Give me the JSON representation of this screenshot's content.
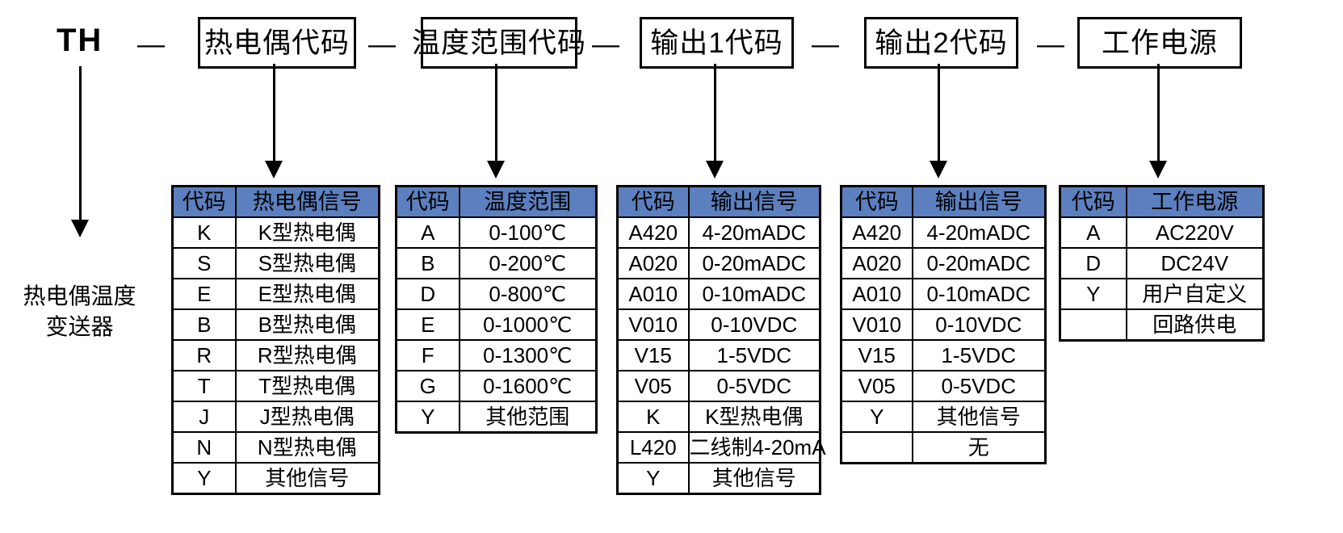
{
  "diagram": {
    "title_prefix": "TH",
    "separator": "—",
    "product_label": "热电偶温度\n变送器",
    "header_color": "#5b7fbf",
    "segments": [
      {
        "label": "热电偶代码"
      },
      {
        "label": "温度范围代码"
      },
      {
        "label": "输出1代码"
      },
      {
        "label": "输出2代码"
      },
      {
        "label": "工作电源"
      }
    ]
  },
  "tables": [
    {
      "name": "thermocouple-code-table",
      "headers": [
        "代码",
        "热电偶信号"
      ],
      "rows": [
        [
          "K",
          "K型热电偶"
        ],
        [
          "S",
          "S型热电偶"
        ],
        [
          "E",
          "E型热电偶"
        ],
        [
          "B",
          "B型热电偶"
        ],
        [
          "R",
          "R型热电偶"
        ],
        [
          "T",
          "T型热电偶"
        ],
        [
          "J",
          "J型热电偶"
        ],
        [
          "N",
          "N型热电偶"
        ],
        [
          "Y",
          "其他信号"
        ]
      ]
    },
    {
      "name": "temperature-range-table",
      "headers": [
        "代码",
        "温度范围"
      ],
      "rows": [
        [
          "A",
          "0-100℃"
        ],
        [
          "B",
          "0-200℃"
        ],
        [
          "D",
          "0-800℃"
        ],
        [
          "E",
          "0-1000℃"
        ],
        [
          "F",
          "0-1300℃"
        ],
        [
          "G",
          "0-1600℃"
        ],
        [
          "Y",
          "其他范围"
        ]
      ]
    },
    {
      "name": "output1-signal-table",
      "headers": [
        "代码",
        "输出信号"
      ],
      "rows": [
        [
          "A420",
          "4-20mADC"
        ],
        [
          "A020",
          "0-20mADC"
        ],
        [
          "A010",
          "0-10mADC"
        ],
        [
          "V010",
          "0-10VDC"
        ],
        [
          "V15",
          "1-5VDC"
        ],
        [
          "V05",
          "0-5VDC"
        ],
        [
          "K",
          "K型热电偶"
        ],
        [
          "L420",
          "二线制4-20mA"
        ],
        [
          "Y",
          "其他信号"
        ]
      ]
    },
    {
      "name": "output2-signal-table",
      "headers": [
        "代码",
        "输出信号"
      ],
      "rows": [
        [
          "A420",
          "4-20mADC"
        ],
        [
          "A020",
          "0-20mADC"
        ],
        [
          "A010",
          "0-10mADC"
        ],
        [
          "V010",
          "0-10VDC"
        ],
        [
          "V15",
          "1-5VDC"
        ],
        [
          "V05",
          "0-5VDC"
        ],
        [
          "Y",
          "其他信号"
        ],
        [
          "",
          "无"
        ]
      ]
    },
    {
      "name": "power-supply-table",
      "headers": [
        "代码",
        "工作电源"
      ],
      "rows": [
        [
          "A",
          "AC220V"
        ],
        [
          "D",
          "DC24V"
        ],
        [
          "Y",
          "用户自定义"
        ],
        [
          "",
          "回路供电"
        ]
      ]
    }
  ]
}
